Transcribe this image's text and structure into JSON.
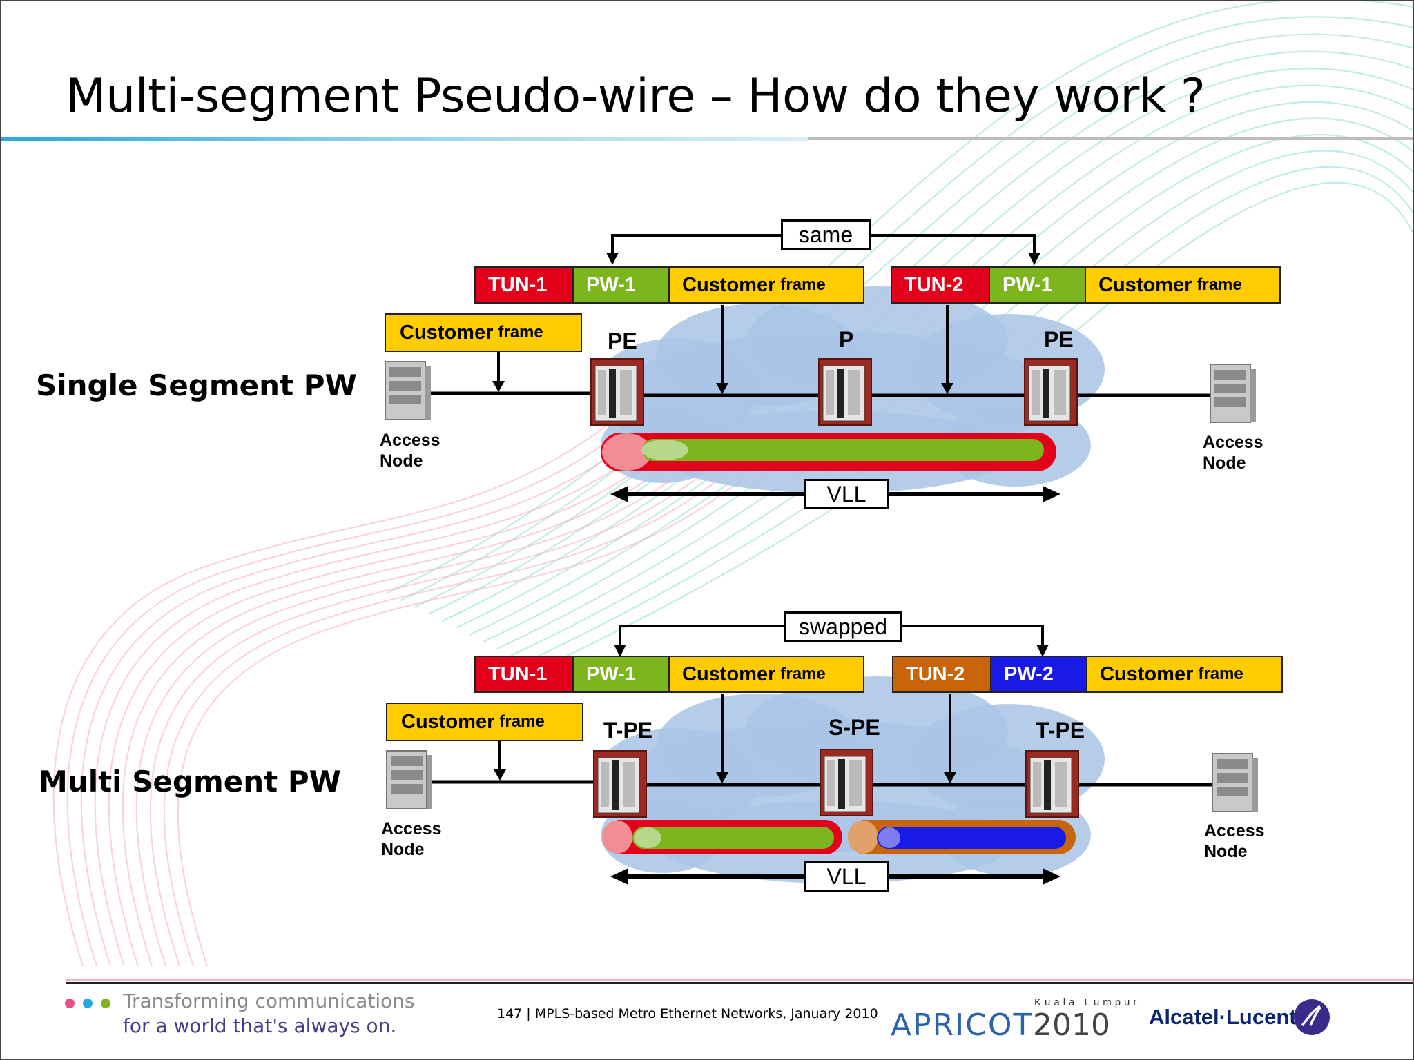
{
  "slide": {
    "title": "Multi-segment Pseudo-wire – How do they work ?"
  },
  "single": {
    "row_label": "Single Segment PW",
    "relation_label": "same",
    "header_left": {
      "tun": "TUN-1",
      "pw": "PW-1",
      "cf_main": "Customer",
      "cf_small": "frame"
    },
    "header_right": {
      "tun": "TUN-2",
      "pw": "PW-1",
      "cf_main": "Customer",
      "cf_small": "frame"
    },
    "customer_frame": {
      "main": "Customer",
      "small": "frame"
    },
    "node_left": "PE",
    "node_mid": "P",
    "node_right": "PE",
    "access_left": [
      "Access",
      "Node"
    ],
    "access_right": [
      "Access",
      "Node"
    ],
    "vll": "VLL"
  },
  "multi": {
    "row_label": "Multi Segment PW",
    "relation_label": "swapped",
    "header_left": {
      "tun": "TUN-1",
      "pw": "PW-1",
      "cf_main": "Customer",
      "cf_small": "frame"
    },
    "header_right": {
      "tun": "TUN-2",
      "pw": "PW-2",
      "cf_main": "Customer",
      "cf_small": "frame"
    },
    "customer_frame": {
      "main": "Customer",
      "small": "frame"
    },
    "node_left": "T-PE",
    "node_mid": "S-PE",
    "node_right": "T-PE",
    "access_left": [
      "Access",
      "Node"
    ],
    "access_right": [
      "Access",
      "Node"
    ],
    "vll": "VLL"
  },
  "footer": {
    "tagline_1": "Transforming communications",
    "tagline_2": "for a world that's always on.",
    "page_text": "147 | MPLS-based Metro Ethernet Networks, January 2010",
    "event_name": "APRICOT",
    "event_year": "2010",
    "event_city": "Kuala Lumpur",
    "brand": "Alcatel·Lucent"
  },
  "colors": {
    "tun1": "#E3001B",
    "pw1": "#7DB51E",
    "pw2": "#1A1AE6",
    "tun2_multi": "#C8640A",
    "customer_frame": "#FFCC00",
    "cloud": "#A9C4E6",
    "footer_dots": [
      "#E74C8B",
      "#27A7DF",
      "#7DB51E"
    ]
  }
}
